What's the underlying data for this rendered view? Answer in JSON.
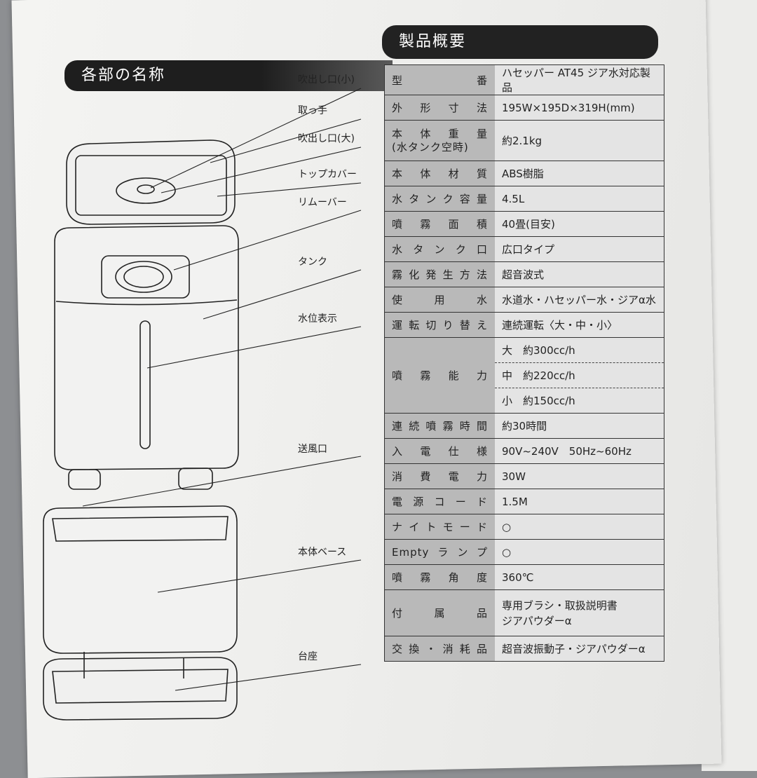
{
  "parts_section": {
    "title": "各部の名称",
    "labels": [
      "吹出し口(小)",
      "取っ手",
      "吹出し口(大)",
      "トップカバー",
      "リムーバー",
      "タンク",
      "水位表示",
      "送風口",
      "本体ベース",
      "台座"
    ]
  },
  "spec_section": {
    "title": "製品概要",
    "rows": [
      {
        "key": "型番",
        "value": "ハセッパー AT45 ジア水対応製品"
      },
      {
        "key": "外形寸法",
        "value": "195W×195D×319H(mm)"
      },
      {
        "key": "本体重量\n(水タンク空時)",
        "key1": "本体重量",
        "key2": "(水タンク空時)",
        "value": "約2.1kg"
      },
      {
        "key": "本体材質",
        "value": "ABS樹脂"
      },
      {
        "key": "水タンク容量",
        "value": "4.5L"
      },
      {
        "key": "噴霧面積",
        "value": "40畳(目安)"
      },
      {
        "key": "水タンク口",
        "value": "広口タイプ"
      },
      {
        "key": "霧化発生方法",
        "value": "超音波式"
      },
      {
        "key": "使用水",
        "value": "水道水・ハセッパー水・ジアα水"
      },
      {
        "key": "運転切り替え",
        "value": "連続運転〈大・中・小〉"
      },
      {
        "key": "噴霧能力",
        "values": [
          "大　約300cc/h",
          "中　約220cc/h",
          "小　約150cc/h"
        ]
      },
      {
        "key": "連続噴霧時間",
        "value": "約30時間"
      },
      {
        "key": "入電仕様",
        "value": "90V~240V　50Hz~60Hz"
      },
      {
        "key": "消費電力",
        "value": "30W"
      },
      {
        "key": "電源コード",
        "value": "1.5M"
      },
      {
        "key": "ナイトモード",
        "value": "○"
      },
      {
        "key": "Emptyランプ",
        "value": "○"
      },
      {
        "key": "噴霧角度",
        "value": "360℃"
      },
      {
        "key": "付属品",
        "values": [
          "専用ブラシ・取扱説明書",
          "ジアパウダーα"
        ]
      },
      {
        "key": "交換・消耗品",
        "value": "超音波振動子・ジアパウダーα"
      }
    ]
  }
}
